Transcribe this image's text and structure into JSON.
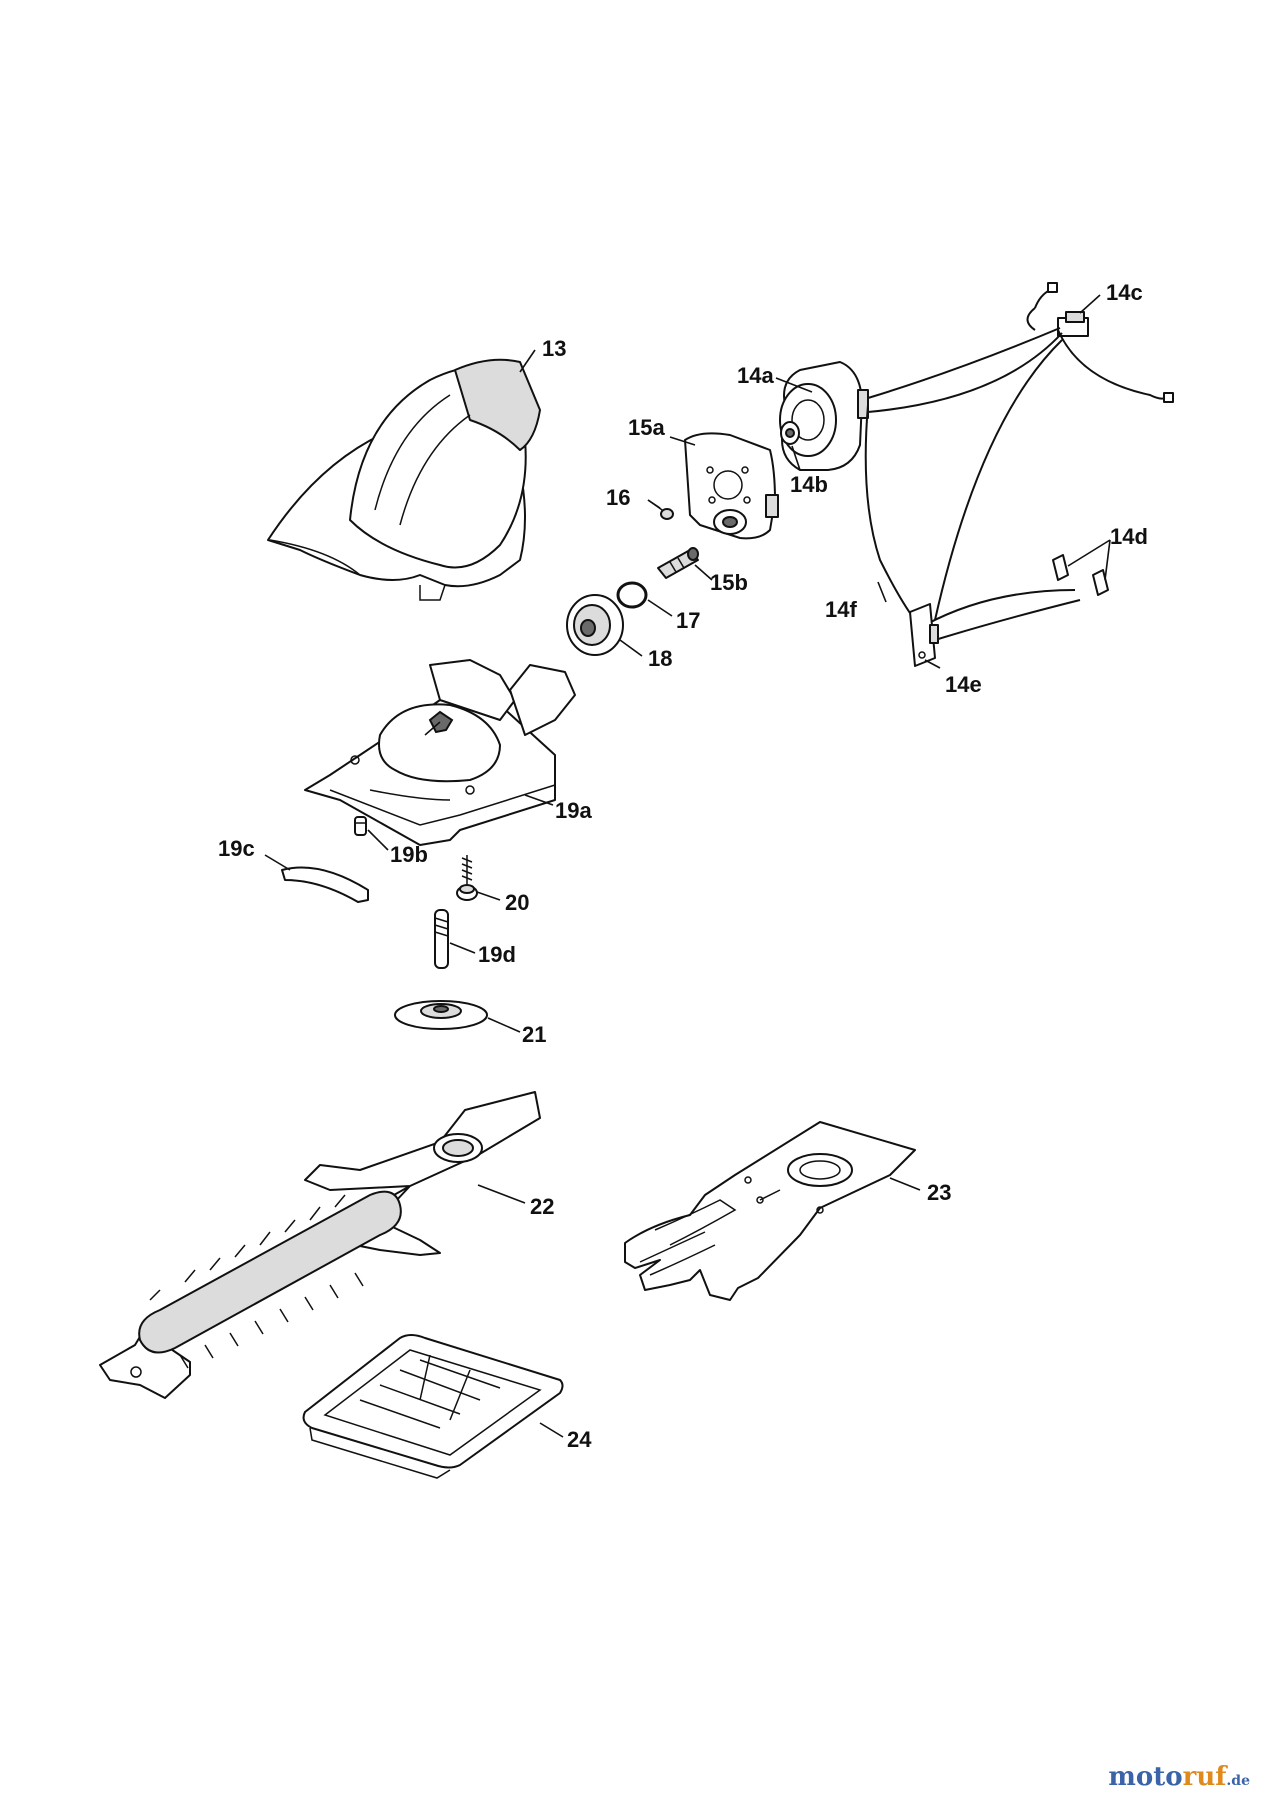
{
  "labels": {
    "p13": "13",
    "p14a": "14a",
    "p14b": "14b",
    "p14c": "14c",
    "p14d": "14d",
    "p14e": "14e",
    "p14f": "14f",
    "p15a": "15a",
    "p15b": "15b",
    "p16": "16",
    "p17": "17",
    "p18": "18",
    "p19a": "19a",
    "p19b": "19b",
    "p19c": "19c",
    "p19d": "19d",
    "p20": "20",
    "p21": "21",
    "p22": "22",
    "p23": "23",
    "p24": "24"
  },
  "watermark": {
    "part1": "moto",
    "part2": "ruf",
    "part3": ".de"
  },
  "colors": {
    "line": "#111111",
    "fill_light": "#dcdcdc",
    "watermark_blue": "#3a63a8",
    "watermark_orange": "#e08a1e"
  }
}
